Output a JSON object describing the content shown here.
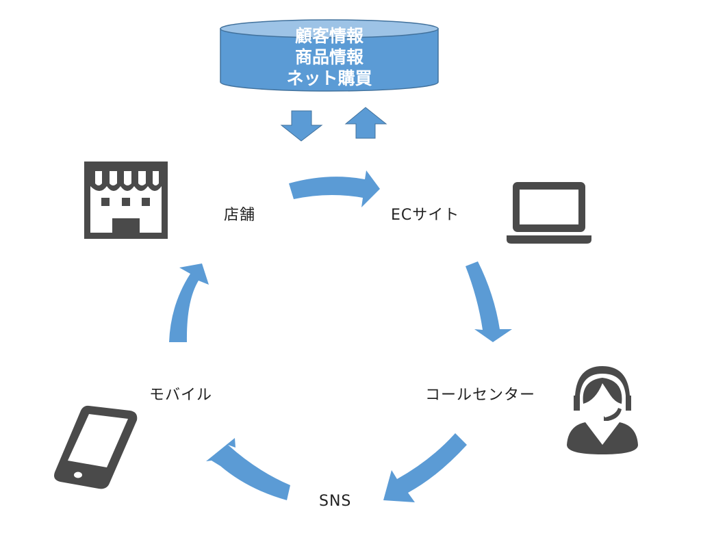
{
  "colors": {
    "arrow": "#5b9bd5",
    "db_body": "#5b9bd5",
    "db_top": "#9dc3e6",
    "db_stroke": "#41719c",
    "icon": "#4a4a4a",
    "text": "#222222"
  },
  "database": {
    "lines": [
      "顧客情報",
      "商品情報",
      "ネット購買"
    ]
  },
  "sync_arrows": {
    "down": "database-to-channels",
    "up": "channels-to-database"
  },
  "channels": [
    {
      "id": "store",
      "label": "店舗",
      "icon": "store-icon"
    },
    {
      "id": "ec",
      "label": "ECサイト",
      "icon": "laptop-icon"
    },
    {
      "id": "callcenter",
      "label": "コールセンター",
      "icon": "headset-operator-icon"
    },
    {
      "id": "sns",
      "label": "SNS",
      "icon": "none"
    },
    {
      "id": "mobile",
      "label": "モバイル",
      "icon": "smartphone-icon"
    }
  ],
  "cycle": [
    {
      "from": "店舗",
      "to": "ECサイト"
    },
    {
      "from": "ECサイト",
      "to": "コールセンター"
    },
    {
      "from": "コールセンター",
      "to": "SNS"
    },
    {
      "from": "SNS",
      "to": "モバイル"
    },
    {
      "from": "モバイル",
      "to": "店舗"
    }
  ]
}
